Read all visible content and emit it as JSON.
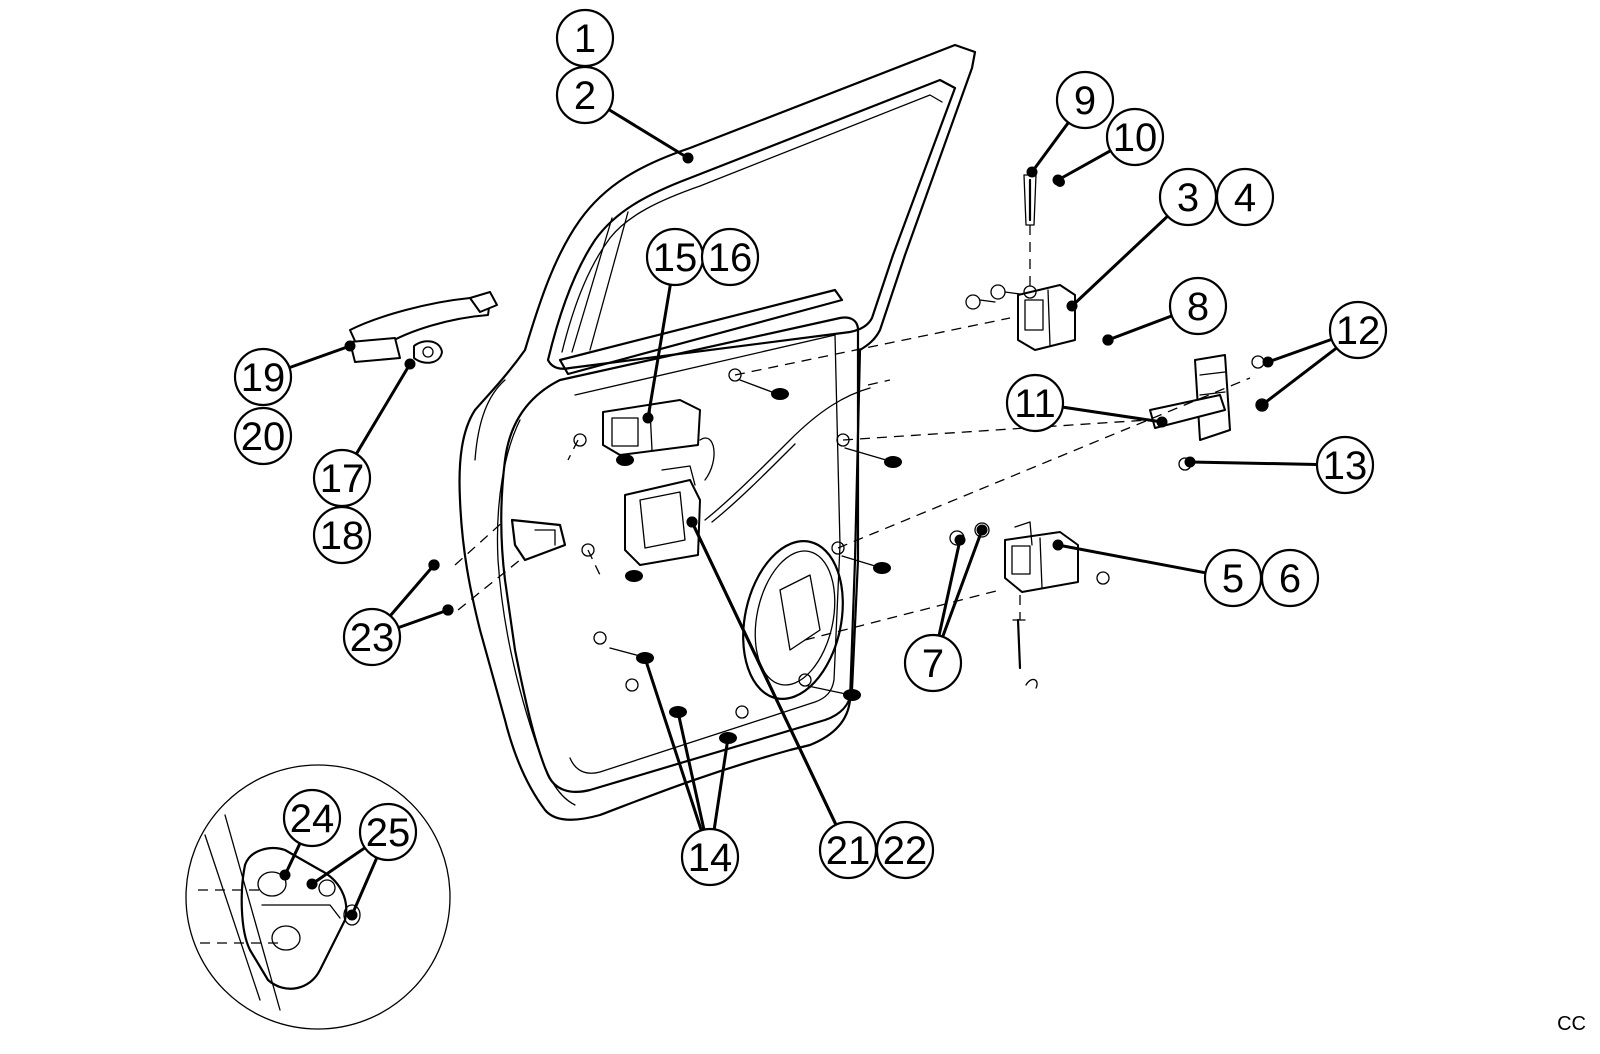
{
  "callouts": [
    {
      "label": "1",
      "dot": null
    },
    {
      "label": "2",
      "dot": [
        688,
        158
      ]
    },
    {
      "label": "3",
      "dot": [
        1072,
        306
      ]
    },
    {
      "label": "4",
      "dot": null
    },
    {
      "label": "5",
      "dot": [
        1058,
        545
      ]
    },
    {
      "label": "6",
      "dot": null
    },
    {
      "label": "7",
      "dot": [
        960,
        540
      ]
    },
    {
      "label": "8",
      "dot": [
        1108,
        340
      ]
    },
    {
      "label": "9",
      "dot": [
        1032,
        172
      ]
    },
    {
      "label": "10",
      "dot": [
        1058,
        180
      ]
    },
    {
      "label": "11",
      "dot": [
        1162,
        422
      ]
    },
    {
      "label": "12",
      "dot": [
        1268,
        362
      ]
    },
    {
      "label": "13",
      "dot": [
        1190,
        462
      ]
    },
    {
      "label": "14",
      "dot": [
        645,
        658
      ]
    },
    {
      "label": "15",
      "dot": [
        648,
        418
      ]
    },
    {
      "label": "16",
      "dot": null
    },
    {
      "label": "17",
      "dot": [
        410,
        364
      ]
    },
    {
      "label": "18",
      "dot": null
    },
    {
      "label": "19",
      "dot": [
        350,
        346
      ]
    },
    {
      "label": "20",
      "dot": null
    },
    {
      "label": "21",
      "dot": [
        692,
        522
      ]
    },
    {
      "label": "22",
      "dot": null
    },
    {
      "label": "23",
      "dot": [
        434,
        565
      ]
    },
    {
      "label": "24",
      "dot": [
        285,
        875
      ]
    },
    {
      "label": "25",
      "dot": [
        312,
        884
      ]
    }
  ],
  "corner_text": "CC"
}
